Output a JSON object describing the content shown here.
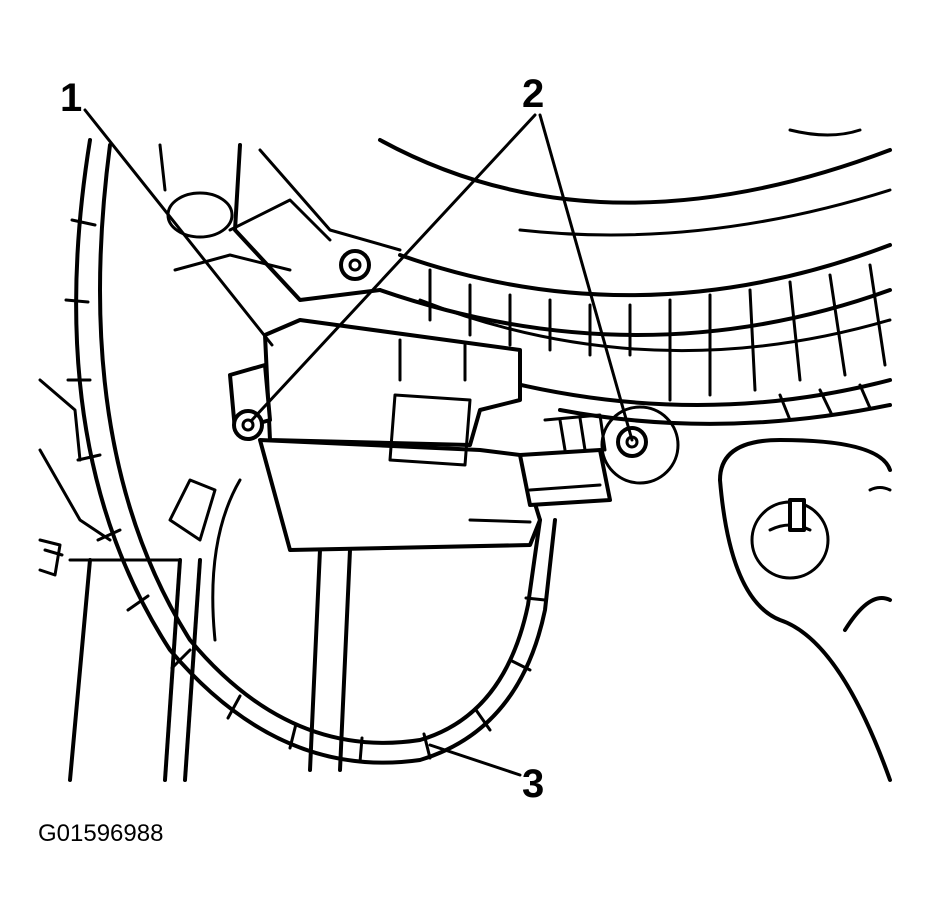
{
  "callouts": {
    "one": "1",
    "two": "2",
    "three": "3"
  },
  "figure_code": "G01596988",
  "colors": {
    "ink": "#000000",
    "paper": "#ffffff"
  }
}
